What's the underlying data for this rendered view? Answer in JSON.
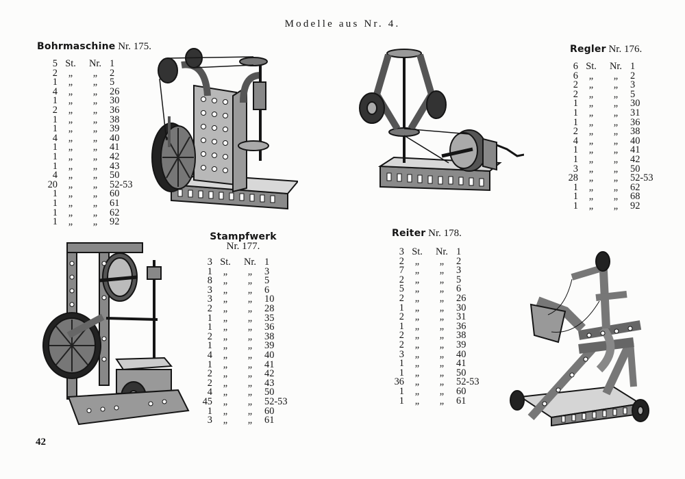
{
  "page": {
    "header": "Modelle aus Nr. 4.",
    "page_number": "42"
  },
  "models": [
    {
      "name": "Bohrmaschine",
      "number": "Nr. 175.",
      "head": {
        "qty": "5",
        "st": "St.",
        "nr": "Nr.",
        "part": "1"
      },
      "rows": [
        {
          "qty": "2",
          "st": "„",
          "nr": "„",
          "part": "2"
        },
        {
          "qty": "1",
          "st": "„",
          "nr": "„",
          "part": "5"
        },
        {
          "qty": "4",
          "st": "„",
          "nr": "„",
          "part": "26"
        },
        {
          "qty": "1",
          "st": "„",
          "nr": "„",
          "part": "30"
        },
        {
          "qty": "2",
          "st": "„",
          "nr": "„",
          "part": "36"
        },
        {
          "qty": "1",
          "st": "„",
          "nr": "„",
          "part": "38"
        },
        {
          "qty": "1",
          "st": "„",
          "nr": "„",
          "part": "39"
        },
        {
          "qty": "4",
          "st": "„",
          "nr": "„",
          "part": "40"
        },
        {
          "qty": "1",
          "st": "„",
          "nr": "„",
          "part": "41"
        },
        {
          "qty": "1",
          "st": "„",
          "nr": "„",
          "part": "42"
        },
        {
          "qty": "1",
          "st": "„",
          "nr": "„",
          "part": "43"
        },
        {
          "qty": "4",
          "st": "„",
          "nr": "„",
          "part": "50"
        },
        {
          "qty": "20",
          "st": "„",
          "nr": "„",
          "part": "52-53"
        },
        {
          "qty": "1",
          "st": "„",
          "nr": "„",
          "part": "60"
        },
        {
          "qty": "1",
          "st": "„",
          "nr": "„",
          "part": "61"
        },
        {
          "qty": "1",
          "st": "„",
          "nr": "„",
          "part": "62"
        },
        {
          "qty": "1",
          "st": "„",
          "nr": "„",
          "part": "92"
        }
      ]
    },
    {
      "name": "Regler",
      "number": "Nr. 176.",
      "head": {
        "qty": "6",
        "st": "St.",
        "nr": "Nr.",
        "part": "1"
      },
      "rows": [
        {
          "qty": "6",
          "st": "„",
          "nr": "„",
          "part": "2"
        },
        {
          "qty": "2",
          "st": "„",
          "nr": "„",
          "part": "3"
        },
        {
          "qty": "2",
          "st": "„",
          "nr": "„",
          "part": "5"
        },
        {
          "qty": "1",
          "st": "„",
          "nr": "„",
          "part": "30"
        },
        {
          "qty": "1",
          "st": "„",
          "nr": "„",
          "part": "31"
        },
        {
          "qty": "1",
          "st": "„",
          "nr": "„",
          "part": "36"
        },
        {
          "qty": "2",
          "st": "„",
          "nr": "„",
          "part": "38"
        },
        {
          "qty": "4",
          "st": "„",
          "nr": "„",
          "part": "40"
        },
        {
          "qty": "1",
          "st": "„",
          "nr": "„",
          "part": "41"
        },
        {
          "qty": "1",
          "st": "„",
          "nr": "„",
          "part": "42"
        },
        {
          "qty": "3",
          "st": "„",
          "nr": "„",
          "part": "50"
        },
        {
          "qty": "28",
          "st": "„",
          "nr": "„",
          "part": "52-53"
        },
        {
          "qty": "1",
          "st": "„",
          "nr": "„",
          "part": "62"
        },
        {
          "qty": "1",
          "st": "„",
          "nr": "„",
          "part": "68"
        },
        {
          "qty": "1",
          "st": "„",
          "nr": "„",
          "part": "92"
        }
      ]
    },
    {
      "name": "Stampfwerk",
      "number": "Nr. 177.",
      "head": {
        "qty": "3",
        "st": "St.",
        "nr": "Nr.",
        "part": "1"
      },
      "rows": [
        {
          "qty": "1",
          "st": "„",
          "nr": "„",
          "part": "3"
        },
        {
          "qty": "8",
          "st": "„",
          "nr": "„",
          "part": "5"
        },
        {
          "qty": "3",
          "st": "„",
          "nr": "„",
          "part": "6"
        },
        {
          "qty": "3",
          "st": "„",
          "nr": "„",
          "part": "10"
        },
        {
          "qty": "2",
          "st": "„",
          "nr": "„",
          "part": "28"
        },
        {
          "qty": "1",
          "st": "„",
          "nr": "„",
          "part": "35"
        },
        {
          "qty": "1",
          "st": "„",
          "nr": "„",
          "part": "36"
        },
        {
          "qty": "2",
          "st": "„",
          "nr": "„",
          "part": "38"
        },
        {
          "qty": "1",
          "st": "„",
          "nr": "„",
          "part": "39"
        },
        {
          "qty": "4",
          "st": "„",
          "nr": "„",
          "part": "40"
        },
        {
          "qty": "1",
          "st": "„",
          "nr": "„",
          "part": "41"
        },
        {
          "qty": "2",
          "st": "„",
          "nr": "„",
          "part": "42"
        },
        {
          "qty": "2",
          "st": "„",
          "nr": "„",
          "part": "43"
        },
        {
          "qty": "4",
          "st": "„",
          "nr": "„",
          "part": "50"
        },
        {
          "qty": "45",
          "st": "„",
          "nr": "„",
          "part": "52-53"
        },
        {
          "qty": "1",
          "st": "„",
          "nr": "„",
          "part": "60"
        },
        {
          "qty": "3",
          "st": "„",
          "nr": "„",
          "part": "61"
        }
      ]
    },
    {
      "name": "Reiter",
      "number": "Nr. 178.",
      "head": {
        "qty": "3",
        "st": "St.",
        "nr": "Nr.",
        "part": "1"
      },
      "rows": [
        {
          "qty": "2",
          "st": "„",
          "nr": "„",
          "part": "2"
        },
        {
          "qty": "7",
          "st": "„",
          "nr": "„",
          "part": "3"
        },
        {
          "qty": "2",
          "st": "„",
          "nr": "„",
          "part": "5"
        },
        {
          "qty": "5",
          "st": "„",
          "nr": "„",
          "part": "6"
        },
        {
          "qty": "2",
          "st": "„",
          "nr": "„",
          "part": "26"
        },
        {
          "qty": "1",
          "st": "„",
          "nr": "„",
          "part": "30"
        },
        {
          "qty": "2",
          "st": "„",
          "nr": "„",
          "part": "31"
        },
        {
          "qty": "1",
          "st": "„",
          "nr": "„",
          "part": "36"
        },
        {
          "qty": "2",
          "st": "„",
          "nr": "„",
          "part": "38"
        },
        {
          "qty": "2",
          "st": "„",
          "nr": "„",
          "part": "39"
        },
        {
          "qty": "3",
          "st": "„",
          "nr": "„",
          "part": "40"
        },
        {
          "qty": "1",
          "st": "„",
          "nr": "„",
          "part": "41"
        },
        {
          "qty": "1",
          "st": "„",
          "nr": "„",
          "part": "50"
        },
        {
          "qty": "36",
          "st": "„",
          "nr": "„",
          "part": "52-53"
        },
        {
          "qty": "1",
          "st": "„",
          "nr": "„",
          "part": "60"
        },
        {
          "qty": "1",
          "st": "„",
          "nr": "„",
          "part": "61"
        }
      ]
    }
  ],
  "colors": {
    "ink": "#151515",
    "paper": "#fcfcfb",
    "metal": "#6a6a6a"
  }
}
